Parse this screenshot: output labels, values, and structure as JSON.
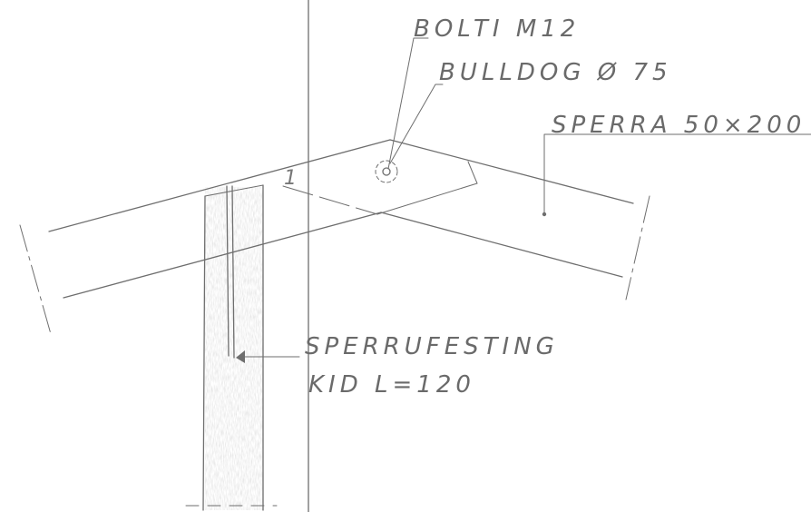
{
  "labels": {
    "bolt": "BOLTI M12",
    "bulldog": "BULLDOG Ø 75",
    "rafter": "SPERRA 50×200",
    "fastening_line1": "SPERRUFESTING",
    "fastening_line2": "KID L=120",
    "section_mark": "1"
  },
  "colors": {
    "ink": "#6e6e6e",
    "paper": "#ffffff"
  },
  "icons": {
    "bolt": "bolt-circle-icon",
    "arrow": "arrowhead-icon"
  }
}
